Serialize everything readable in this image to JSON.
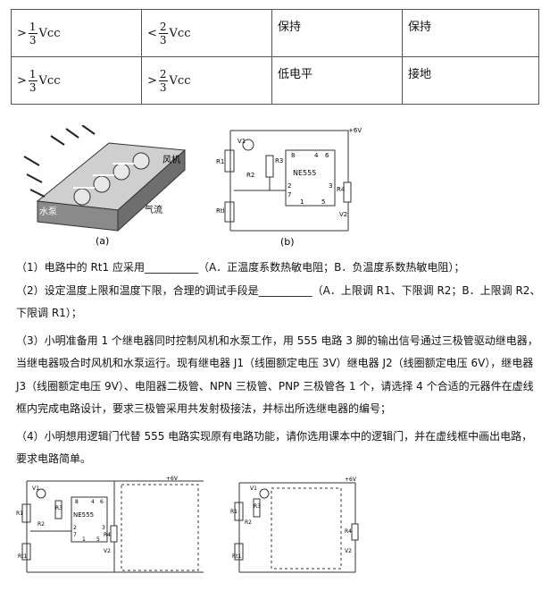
{
  "table": {
    "rows": [
      {
        "c1_op": ">",
        "c1_num": "1",
        "c1_den": "3",
        "c1_unit": "Vcc",
        "c2_op": "<",
        "c2_num": "2",
        "c2_den": "3",
        "c2_unit": "Vcc",
        "c3": "保持",
        "c4": "保持"
      },
      {
        "c1_op": ">",
        "c1_num": "1",
        "c1_den": "3",
        "c1_unit": "Vcc",
        "c2_op": ">",
        "c2_num": "2",
        "c2_den": "3",
        "c2_unit": "Vcc",
        "c3": "低电平",
        "c4": "接地"
      }
    ]
  },
  "figure_a": {
    "label_fan": "风机",
    "label_pump": "水泵",
    "label_air": "气流",
    "caption": "(a)"
  },
  "figure_b": {
    "vcc": "+6V",
    "v1": "V1",
    "r1": "R1",
    "r2": "R2",
    "r3": "R3",
    "r4": "R4",
    "rt": "Rtl",
    "chip": "NE555",
    "v2": "V2",
    "p8": "8",
    "p4": "4",
    "p6": "6",
    "p2": "2",
    "p7": "7",
    "p1": "1",
    "p5": "5",
    "p3": "3",
    "caption": "(b)"
  },
  "questions": {
    "q1": "（1）电路中的 Rt1 应采用__________（A．正温度系数热敏电阻；B．负温度系数热敏电阻）；",
    "q2_line1": "（2）设定温度上限和温度下限，合理的调试手段是__________（A．上限调 R1、下限调 R2；B．上限调 R2、",
    "q2_line2": "下限调 R1）；",
    "q3_line1": "（3）小明准备用 1 个继电器同时控制风机和水泵工作，用 555 电路 3 脚的输出信号通过三极管驱动继电器，",
    "q3_line2": "当继电器吸合时风机和水泵运行。现有继电器 J1（线圈额定电压 3V）继电器 J2（线圈额定电压 6V），继电器",
    "q3_line3": "J3（线圈额定电压 9V）、电阻器二极管、NPN 三极管、PNP 三极管各 1 个，请选择 4 个合适的元器件在虚线",
    "q3_line4": "框内完成电路设计，要求三极管采用共发射极接法，并标出所选继电器的编号；",
    "q4_line1": "（4）小明想用逻辑门代替 555 电路实现原有电路功能，请你选用课本中的逻辑门，并在虚线框中画出电路，",
    "q4_line2": "要求电路简单。"
  },
  "answer_left": {
    "vcc": "+6V",
    "v1": "V1",
    "r1": "R1",
    "r2": "R2",
    "r3": "R3",
    "r4": "R4",
    "rt": "Rt1",
    "chip": "NE555",
    "v2": "V2",
    "p8": "8",
    "p4": "4",
    "p6": "6",
    "p2": "2",
    "p7": "7",
    "p1": "1",
    "p5": "5",
    "p3": "3"
  },
  "answer_right": {
    "vcc": "+6V",
    "v1": "V1",
    "r1": "R1",
    "r2": "R2",
    "r3": "R3",
    "r4": "R4",
    "rt": "Rt1",
    "v2": "V2"
  }
}
